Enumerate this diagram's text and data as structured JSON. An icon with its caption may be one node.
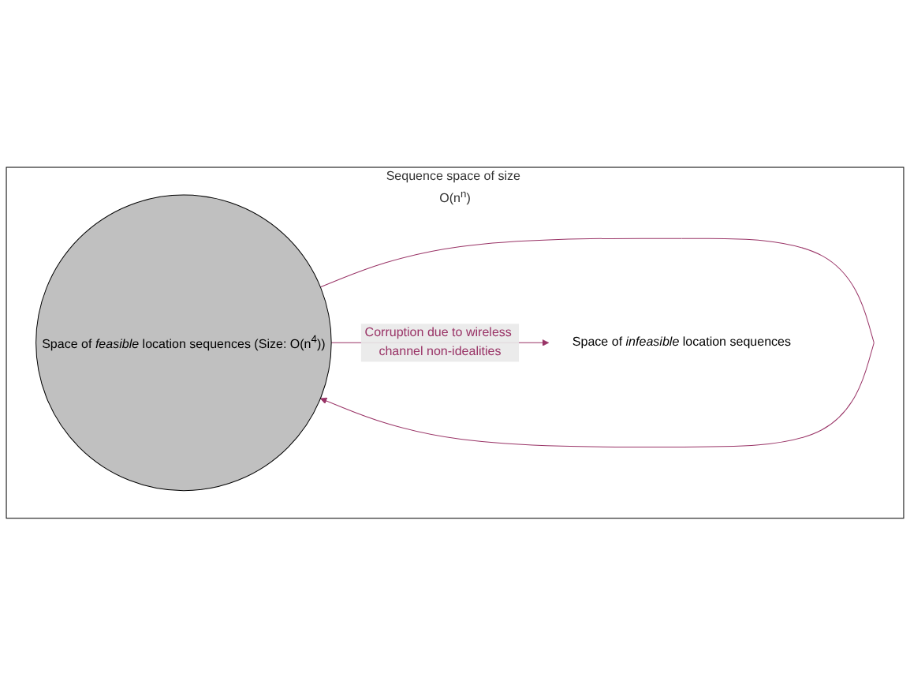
{
  "diagram": {
    "nodes": [
      {
        "text": [
          "Sequence space of size O(n$^{n}$)"
        ]
      },
      {
        "text": [
          "Space of *feasible* location sequences (Size: O(n$^{4}$))"
        ],
        "in": 0
      },
      {
        "text": [
          "Space of *infeasible* location sequences"
        ],
        "in": 0
      }
    ],
    "edges": [
      {
        "from": 1,
        "to": 1,
        "arrow": "to",
        "color": "#993366"
      },
      {
        "from": 1,
        "to": 2,
        "arrow": "to",
        "label": "Corruption due to wireless channel non-idealities",
        "color": "#993366"
      }
    ]
  }
}
